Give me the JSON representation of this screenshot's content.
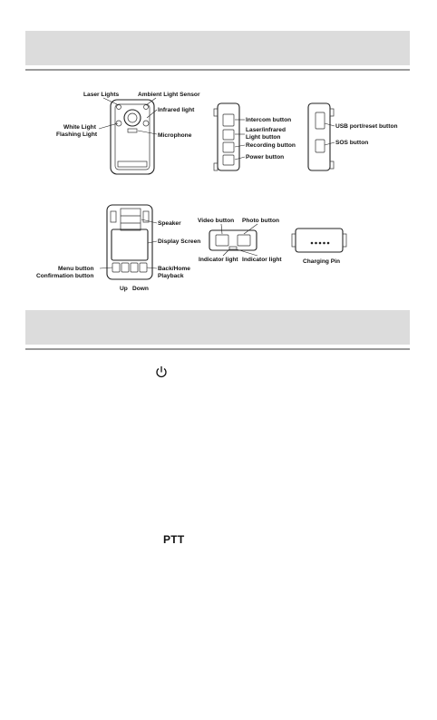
{
  "section_headers": [
    "",
    ""
  ],
  "figure": {
    "labels": {
      "laser_lights": "Laser Lights",
      "ambient_light_sensor": "Ambient Light Sensor",
      "infrared_light": "Infrared light",
      "white_light": "White Light",
      "flashing_light": "Flashing Light",
      "microphone": "Microphone",
      "intercom_button": "Intercom button",
      "laser_infrared": "Laser/infrared",
      "light_button": "Light button",
      "recording_button": "Recording button",
      "power_button": "Power button",
      "usb_port_reset_button": "USB port/reset button",
      "sos_button": "SOS button",
      "speaker": "Speaker",
      "display_screen": "Display Screen",
      "menu_button": "Menu button",
      "confirmation_button": "Confirmation button",
      "back_home": "Back/Home",
      "playback": "Playback",
      "up": "Up",
      "down": "Down",
      "video_button": "Video button",
      "photo_button": "Photo button",
      "indicator_light_left": "Indicator light",
      "indicator_light_right": "Indicator light",
      "charging_pin": "Charging Pin"
    }
  },
  "text": {
    "power_icon": "power-icon",
    "ptt": "PTT"
  }
}
